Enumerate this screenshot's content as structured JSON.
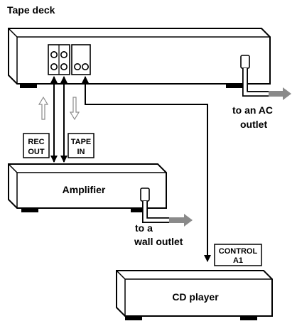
{
  "devices": {
    "tape_deck": {
      "title": "Tape deck"
    },
    "amplifier": {
      "label": "Amplifier"
    },
    "cd_player": {
      "label": "CD player"
    }
  },
  "labels": {
    "rec_out": {
      "line1": "REC",
      "line2": "OUT"
    },
    "tape_in": {
      "line1": "TAPE",
      "line2": "IN"
    },
    "control_a1": {
      "line1": "CONTROL",
      "line2": "A1"
    },
    "ac_outlet": {
      "line1": "to an AC",
      "line2": "outlet"
    },
    "wall_outlet": {
      "line1": "to a",
      "line2": "wall outlet"
    }
  },
  "colors": {
    "line": "#000000",
    "device_fill": "#ffffff",
    "arrow_grey": "#8a8a8a",
    "background": "#ffffff"
  }
}
